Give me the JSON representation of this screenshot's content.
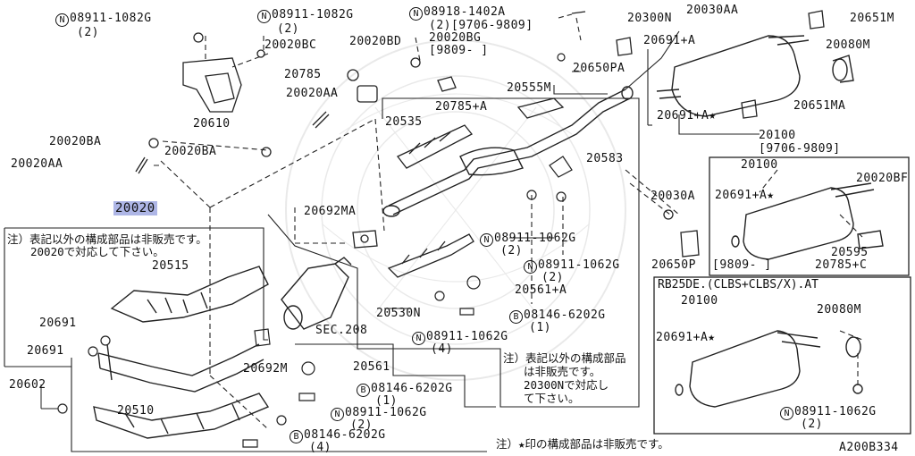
{
  "labels": {
    "l_08911_1082G_a": "08911-1082G",
    "l_08911_1082G_a_qty": "(2)",
    "l_08911_1082G_b": "08911-1082G",
    "l_08911_1082G_b_qty": "(2)",
    "l_08918_1402A": "08918-1402A",
    "l_08918_1402A_qty": "(2)[9706-9809]",
    "l_20020BG": "20020BG",
    "l_20020BG_date": "[9809-    ]",
    "l_20030AA": "20030AA",
    "l_20300N": "20300N",
    "l_20651M": "20651M",
    "l_20080M_top": "20080M",
    "l_20691A_top": "20691+A",
    "l_20650PA": "20650PA",
    "l_20020BC": "20020BC",
    "l_20020BD": "20020BD",
    "l_20785": "20785",
    "l_20020AA_top": "20020AA",
    "l_20610": "20610",
    "l_20785A": "20785+A",
    "l_20555M": "20555M",
    "l_20691A_mid": "20691+A",
    "l_20651MA": "20651MA",
    "l_20100_top": "20100",
    "l_20100_top_date": "[9706-9809]",
    "l_20535": "20535",
    "l_20020BA_a": "20020BA",
    "l_20020AA_left": "20020AA",
    "l_20020BA_b": "20020BA",
    "l_20583": "20583",
    "l_20030A": "20030A",
    "l_20020_box": "20020",
    "l_20692MA": "20692MA",
    "l_08911_1062G_a": "08911-1062G",
    "l_08911_1062G_a_qty": "(2)",
    "l_08911_1062G_b": "08911-1062G",
    "l_08911_1062G_b_qty": "(2)",
    "l_20650P": "20650P",
    "l_20515": "20515",
    "l_20561A": "20561+A",
    "l_20530N": "20530N",
    "l_08146_6202G_a": "08146-6202G",
    "l_08146_6202G_a_qty": "(1)",
    "l_08911_1062G_c": "08911-1062G",
    "l_08911_1062G_c_qty": "(4)",
    "l_sec208": "SEC.208",
    "l_20691_a": "20691",
    "l_20691_b": "20691",
    "l_20692M": "20692M",
    "l_20561": "20561",
    "l_08146_6202G_b": "08146-6202G",
    "l_08146_6202G_b_qty": "(1)",
    "l_20602": "20602",
    "l_20510": "20510",
    "l_08911_1062G_d": "08911-1062G",
    "l_08911_1062G_d_qty": "(2)",
    "l_08146_6202G_c": "08146-6202G",
    "l_08146_6202G_c_qty": "(4)",
    "inset1_20100": "20100",
    "inset1_20691A": "20691+A",
    "inset1_20020BF": "20020BF",
    "inset1_20595": "20595",
    "inset1_date": "[9809-    ]",
    "inset1_20785C": "20785+C",
    "inset2_title": "RB25DE.(CLBS+CLBS/X).AT",
    "inset2_20100": "20100",
    "inset2_20691A": "20691+A",
    "inset2_20080M": "20080M",
    "inset2_08911_1062G": "08911-1062G",
    "inset2_08911_1062G_qty": "(2)",
    "diagram_code": "A200B334"
  },
  "prefix": {
    "N": "N",
    "B": "B",
    "star": "★"
  },
  "notes": {
    "note1_line1": "注）表記以外の構成部品は非販売です。",
    "note1_line2": "20020で対応して下さい。",
    "note2_line1": "注）表記以外の構成部品",
    "note2_line2": "は非販売です。",
    "note2_line3": "20300Nで対応し",
    "note2_line4": "て下さい。",
    "note3": "注）★印の構成部品は非販売です。"
  }
}
